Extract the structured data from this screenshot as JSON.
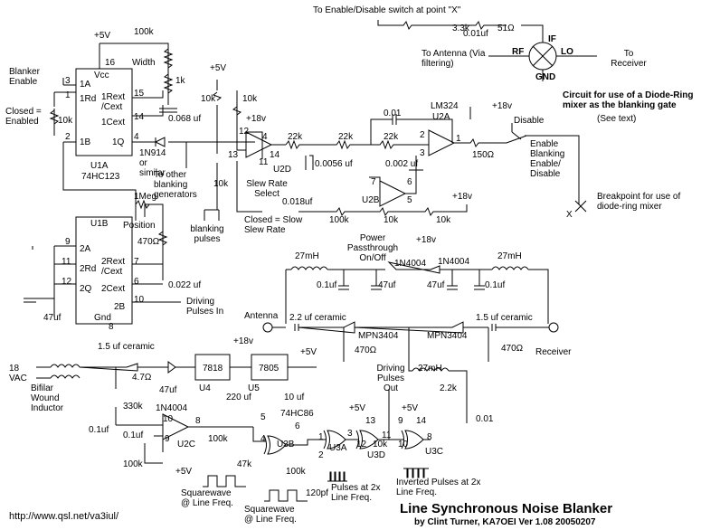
{
  "title": {
    "main": "Line Synchronous   Noise Blanker",
    "byline": "by Clint Turner, KA7OEI   Ver 1.08  20050207",
    "url": "http://www.qsl.net/va3iul/"
  },
  "notes": {
    "mixer_title": "Circuit for use of a Diode-Ring mixer as the blanking gate",
    "see_text": "(See text)",
    "to_enable_disable": "To Enable/Disable switch at point \"X\"",
    "to_antenna": "To Antenna (Via filtering)",
    "to_receiver_top": "To Receiver",
    "breakpoint": "Breakpoint for use of diode-ring mixer",
    "blanker_enable": "Blanker Enable",
    "closed_enabled": "Closed = Enabled",
    "to_other_blanking": "To other blanking generators",
    "blanking_pulses": "blanking pulses",
    "slew_rate_select": "Slew Rate Select",
    "closed_slow": "Closed = Slow Slew Rate",
    "enable_blanking": "Enable Blanking Enable/ Disable",
    "disable": "Disable",
    "driving_pulses_in": "Driving Pulses In",
    "driving_pulses_out": "Driving Pulses Out",
    "power_passthrough": "Power Passthrough On/Off",
    "antenna": "Antenna",
    "receiver": "Receiver",
    "vac": "18 VAC",
    "bifilar": "Bifilar Wound Inductor",
    "square_1": "Squarewave @ Line Freq.",
    "square_2": "Squarewave @ Line Freq.",
    "pulses_2x": "Pulses at 2x Line Freq.",
    "inverted_pulses": "Inverted Pulses at 2x Line Freq.",
    "x_mark": "X",
    "width": "Width",
    "position": "Position"
  },
  "mixer": {
    "if": "IF",
    "rf": "RF",
    "lo": "LO",
    "gnd": "GND",
    "r1": "3.3k",
    "c1": "0.01uf",
    "r2": "51Ω"
  },
  "components": {
    "u1a": "U1A",
    "u1a_part": "74HC123",
    "u1b": "U1B",
    "u2a": "U2A",
    "u2a_part": "LM324",
    "u2b": "U2B",
    "u2c": "U2C",
    "u2d": "U2D",
    "u3a": "U3A",
    "u3b": "U3B",
    "u3c": "U3C",
    "u3d": "U3D",
    "u3_part": "74HC86",
    "u4": "U4",
    "u4_part": "7818",
    "u5": "U5",
    "u5_part": "7805",
    "d_1n914": "1N914 or similar",
    "d_1n4004_a": "1N4004",
    "d_1n4004_b": "1N4004",
    "d_1n4004_c": "1N4004",
    "q1": "MPN3404",
    "q2": "MPN3404"
  },
  "pin_labels": {
    "vcc": "Vcc",
    "a1": "1A",
    "rd1": "1Rd",
    "b1": "1B",
    "q1": "1Q",
    "rext1": "1Rext /Cext",
    "cext1": "1Cext",
    "a2": "2A",
    "rd2": "2Rd",
    "q2": "2Q",
    "b2": "2B",
    "gnd": "Gnd",
    "rext2": "2Rext /Cext",
    "cext2": "2Cext"
  },
  "pins": [
    "16",
    "3",
    "1",
    "2",
    "15",
    "14",
    "4",
    "9",
    "11",
    "12",
    "7",
    "6",
    "10",
    "8",
    "12",
    "13",
    "14",
    "2",
    "3",
    "1",
    "7",
    "5",
    "6",
    "10",
    "9",
    "8",
    "5",
    "4",
    "6",
    "1",
    "2",
    "3",
    "13",
    "12",
    "11",
    "9",
    "10",
    "8",
    "14"
  ],
  "values": {
    "v5a": "+5V",
    "v5b": "+5V",
    "v5c": "+5V",
    "v5d": "+5V",
    "v5e": "+5V",
    "v5f": "+5V",
    "v18a": "+18v",
    "v18b": "+18v",
    "v18c": "+18v",
    "v18d": "+18v",
    "v18e": "+18v",
    "r100k_a": "100k",
    "r1k": "1k",
    "c068": "0.068 uf",
    "r10k_a": "10k",
    "r10k_b": "10k",
    "r10k_c": "10k",
    "r10k_d": "10k",
    "r22k_a": "22k",
    "r22k_b": "22k",
    "r22k_c": "22k",
    "c001_a": "0.01",
    "c00056": "0.0056 uf",
    "c0002": "0.002 uf",
    "c0018": "0.018uf",
    "r100k_b": "100k",
    "r10k_e": "10k",
    "r10k_f": "10k",
    "r150": "150Ω",
    "r1meg": "1Meg",
    "r470_a": "470Ω",
    "c0022": "0.022 uf",
    "c47_a": "47uf",
    "l27_a": "27mH",
    "l27_b": "27mH",
    "l27_c": "27mH",
    "c01_a": "0.1uf",
    "c47_b": "47uf",
    "c47_c": "47uf",
    "c01_b": "0.1uf",
    "c22ceramic": "2.2 uf ceramic",
    "c15ceramic_a": "1.5 uf ceramic",
    "r470_b": "470Ω",
    "r470_c": "470Ω",
    "c15ceramic_b": "1.5 uf ceramic",
    "r47": "4.7Ω",
    "c47_d": "47uf",
    "c220": "220 uf",
    "c10": "10 uf",
    "r2k2": "2.2k",
    "c001_b": "0.01",
    "r330k": "330k",
    "c01_c": "0.1uf",
    "c01_d": "0.1uf",
    "r100k_c": "100k",
    "r100k_d": "100k",
    "r47k": "47k",
    "r100k_e": "100k",
    "c120": "120pf",
    "r10k_g": "10k"
  }
}
